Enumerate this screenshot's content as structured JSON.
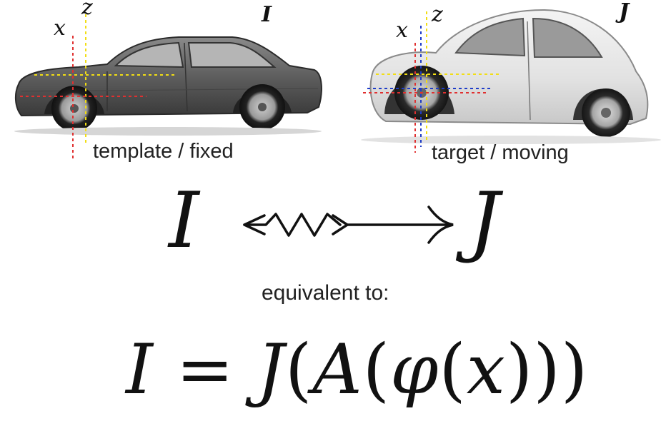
{
  "left_panel": {
    "image_label": "I",
    "axis_x_label": "x",
    "axis_z_label": "z",
    "caption": "template / fixed"
  },
  "right_panel": {
    "image_label": "J",
    "axis_x_label": "x",
    "axis_z_label": "z",
    "caption": "target / moving"
  },
  "relation": {
    "left_symbol": "I",
    "right_symbol": "J"
  },
  "equivalent_text": "equivalent to:",
  "formula": {
    "lhs": "I",
    "equals": "=",
    "outer_fn": "J",
    "middle_fn": "A",
    "inner_fn": "φ",
    "arg": "x",
    "open": "(",
    "close": ")"
  },
  "colors": {
    "red_guide": "#e03030",
    "yellow_guide": "#f2de14",
    "blue_guide": "#1e3cc8",
    "car_left_body": "#6a6a6a",
    "car_right_body": "#e8e8e8"
  }
}
